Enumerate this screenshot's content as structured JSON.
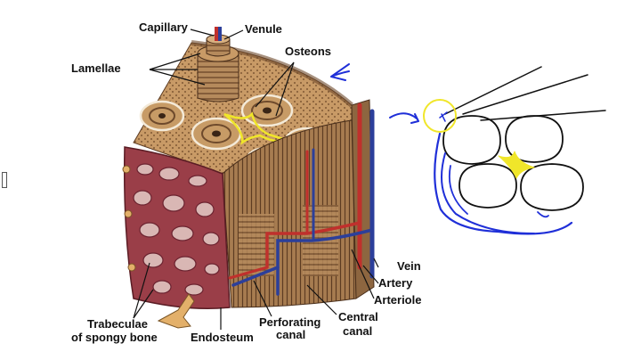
{
  "labels": {
    "capillary": "Capillary",
    "venule": "Venule",
    "lamellae": "Lamellae",
    "osteons": "Osteons",
    "trabeculae_line1": "Trabeculae",
    "trabeculae_line2": "of spongy bone",
    "endosteum": "Endosteum",
    "perforating_line1": "Perforating",
    "perforating_line2": "canal",
    "central_line1": "Central",
    "central_line2": "canal",
    "arteriole": "Arteriole",
    "vein": "Vein",
    "artery": "Artery"
  },
  "colors": {
    "bone": "#b0865a",
    "bone_dark": "#6e4a2c",
    "spongy": "#9a3e48",
    "artery_red": "#c0302c",
    "vein_blue": "#2c3f9a",
    "annotation_blue": "#1f2fd8",
    "annotation_yellow": "#f0e62a"
  }
}
